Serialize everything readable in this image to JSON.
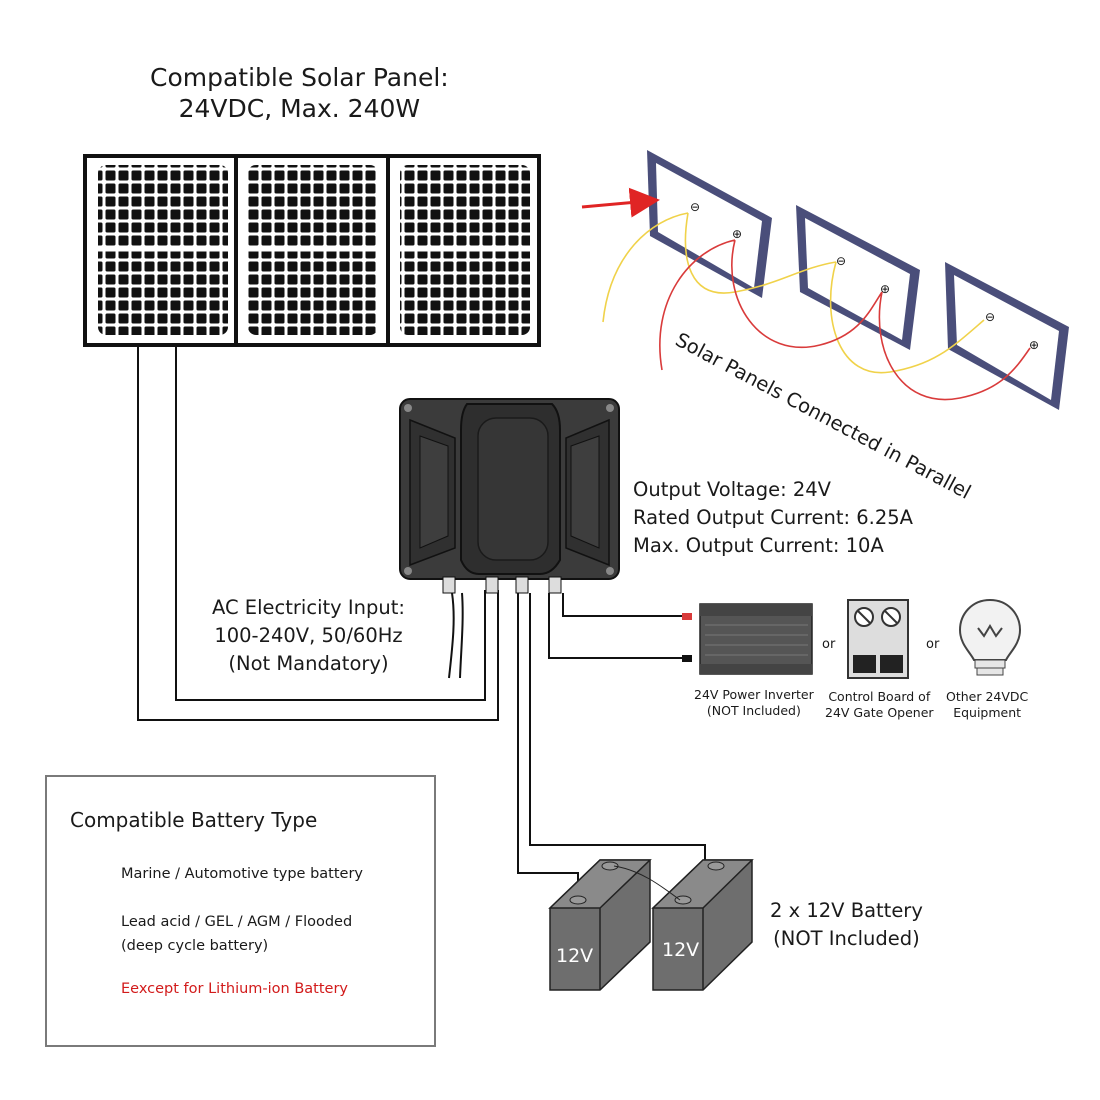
{
  "title": {
    "line1": "Compatible Solar Panel:",
    "line2": "24VDC, Max. 240W"
  },
  "parallel_label": "Solar Panels Connected in Parallel",
  "controller": {
    "output_voltage": "Output Voltage: 24V",
    "rated_current": "Rated Output Current: 6.25A",
    "max_current": "Max. Output Current: 10A"
  },
  "ac_input": {
    "line1": "AC Electricity Input:",
    "line2": "100-240V, 50/60Hz",
    "line3": "(Not Mandatory)"
  },
  "loads": [
    {
      "line1": "24V Power Inverter",
      "line2": "(NOT Included)"
    },
    {
      "line1": "Control Board of",
      "line2": "24V Gate Opener"
    },
    {
      "line1": "Other 24VDC",
      "line2": "Equipment"
    }
  ],
  "or_label": "or",
  "batteries": {
    "label": "12V",
    "note_line1": "2 x 12V Battery",
    "note_line2": "(NOT Included)"
  },
  "legend": {
    "title": "Compatible Battery Type",
    "items": [
      {
        "line1": "Marine / Automotive type battery"
      },
      {
        "line1": "Lead acid / GEL / AGM / Flooded",
        "line2": "(deep cycle battery)"
      },
      {
        "line1": "Eexcept for Lithium-ion Battery"
      }
    ]
  },
  "colors": {
    "wire_yellow": "#f0d24a",
    "wire_red": "#d93b3b",
    "arrow_red": "#e02424",
    "battery_gray": "#6e6e6e",
    "panel_blue": "#4a4e7a",
    "exception_red": "#d21b1b"
  },
  "icons": [
    "solar-panel-icon",
    "charge-controller-icon",
    "power-inverter-icon",
    "gate-control-board-icon",
    "light-bulb-icon",
    "battery-icon",
    "lithium-prohibited-icon"
  ]
}
